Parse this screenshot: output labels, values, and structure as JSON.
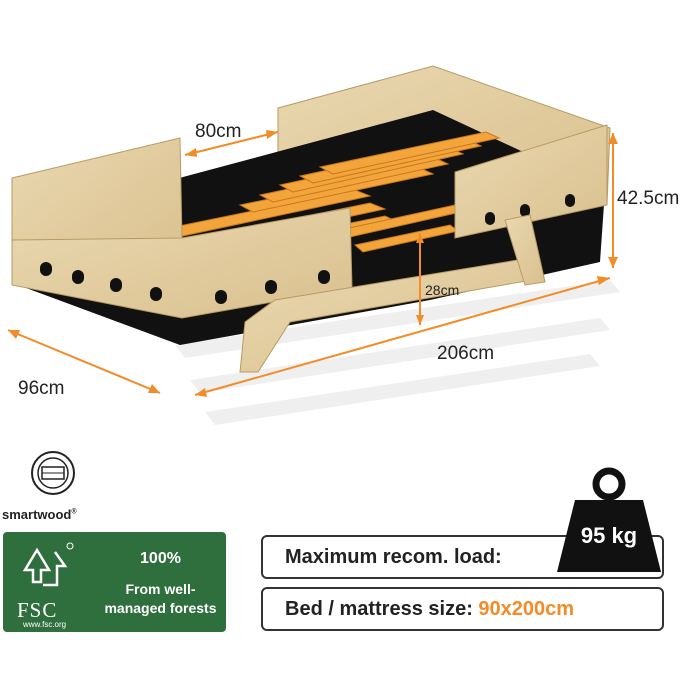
{
  "dimensions": {
    "width_inner": "80cm",
    "height": "42.5cm",
    "leg_height": "28cm",
    "length": "206cm",
    "width_outer": "96cm"
  },
  "certification": {
    "smartwood_brand": "smartwood",
    "smartwood_mark": "®",
    "fsc_label": "FSC",
    "fsc_url": "www.fsc.org",
    "fsc_percent": "100%",
    "fsc_line1": "From well-",
    "fsc_line2": "managed forests"
  },
  "specs": {
    "load_label": "Maximum recom. load:",
    "load_value": "95 kg",
    "size_label": "Bed / mattress size:",
    "size_value": "90x200cm"
  },
  "colors": {
    "accent_orange": "#f28c28",
    "fsc_green": "#2f6e3d",
    "wood": "#e3cfa3",
    "slat": "#f3a53c",
    "frame": "#111111"
  }
}
